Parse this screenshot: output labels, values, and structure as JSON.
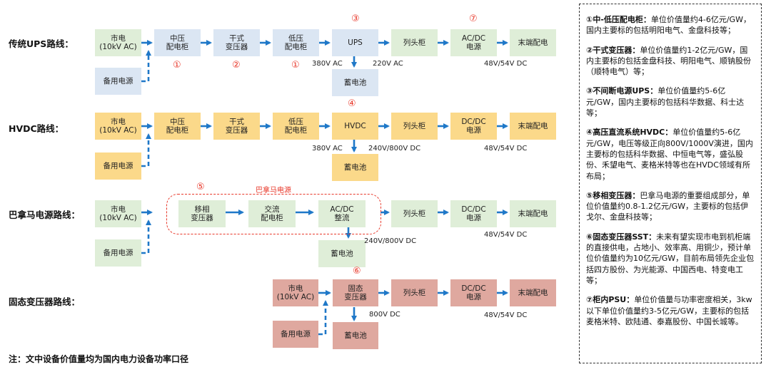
{
  "rows": {
    "ups": {
      "label": "传统UPS路线：",
      "boxes": [
        "市电\n(10kV AC)",
        "中压\n配电柜",
        "干式\n变压器",
        "低压\n配电柜",
        "UPS",
        "列头柜",
        "AC/DC\n电源",
        "末端配电",
        "备用电源",
        "蓄电池"
      ],
      "voltages": [
        "380V AC",
        "220V AC",
        "48V/54V DC"
      ],
      "nums": [
        "①",
        "②",
        "①",
        "③",
        "⑦"
      ]
    },
    "hvdc": {
      "label": "HVDC路线：",
      "boxes": [
        "市电\n(10kV AC)",
        "中压\n配电柜",
        "干式\n变压器",
        "低压\n配电柜",
        "HVDC",
        "列头柜",
        "DC/DC\n电源",
        "末端配电",
        "备用电源",
        "蓄电池"
      ],
      "voltages": [
        "380V AC",
        "240V/800V DC",
        "48V/54V DC"
      ],
      "nums": [
        "④"
      ]
    },
    "panama": {
      "label": "巴拿马电源路线：",
      "group_label": "巴拿马电源",
      "boxes": [
        "市电\n(10kV AC)",
        "移相\n变压器",
        "交流\n配电柜",
        "AC/DC\n整流",
        "列头柜",
        "DC/DC\n电源",
        "末端配电",
        "备用电源",
        "蓄电池"
      ],
      "voltages": [
        "240V/800V DC",
        "48V/54V DC"
      ],
      "nums": [
        "⑤"
      ]
    },
    "sst": {
      "label": "固态变压器路线：",
      "boxes": [
        "市电\n(10kV AC)",
        "固态\n变压器",
        "列头柜",
        "DC/DC\n电源",
        "末端配电",
        "备用电源",
        "蓄电池"
      ],
      "voltages": [
        "800V DC",
        "48V/54V DC"
      ],
      "nums": [
        "⑥"
      ]
    }
  },
  "footnote": "注：文中设备价值量均为国内电力设备功率口径",
  "notes": [
    {
      "title": "①中-低压配电柜：",
      "text": "单位价值量约4-6亿元/GW，国内主要标的包括明阳电气、金盘科技等；"
    },
    {
      "title": "②干式变压器：",
      "text": "单位价值量约1-2亿元/GW，国内主要标的包括金盘科技、明阳电气、顺钠股份（顺特电气）等；"
    },
    {
      "title": "③不间断电源UPS：",
      "text": "单位价值量约5-6亿元/GW，国内主要标的包括科华数据、科士达等；"
    },
    {
      "title": "④高压直流系统HVDC：",
      "text": "单位价值量约5-6亿元/GW，电压等级正向800V/1000V演进，国内主要标的包括科华数据、中恒电气等，盛弘股份、禾望电气、麦格米特等也在HVDC领域有所布局；"
    },
    {
      "title": "⑤移相变压器：",
      "text": "巴拿马电源的重要组成部分，单位价值量约0.8-1.2亿元/GW，主要标的包括伊戈尔、金盘科技等；"
    },
    {
      "title": "⑥固态变压器SST：",
      "text": "未来有望实现市电到机柜端的直接供电，占地小、效率高、用铜少，预计单位价值量约为10亿元/GW，目前布局领先企业包括四方股份、为光能源、中国西电、特变电工等；"
    },
    {
      "title": "⑦柜内PSU：",
      "text": "单位价值量与功率密度相关，3kw以下单位价值量约3-5亿元/GW，主要标的包括麦格米特、欧陆通、泰嘉股份、中国长城等。"
    }
  ],
  "colors": {
    "green": "#dfeed8",
    "blue": "#dbe6f3",
    "yellow": "#fbd98a",
    "red": "#dfa89f",
    "arrow": "#1f78c8",
    "accent": "#e8382a"
  }
}
